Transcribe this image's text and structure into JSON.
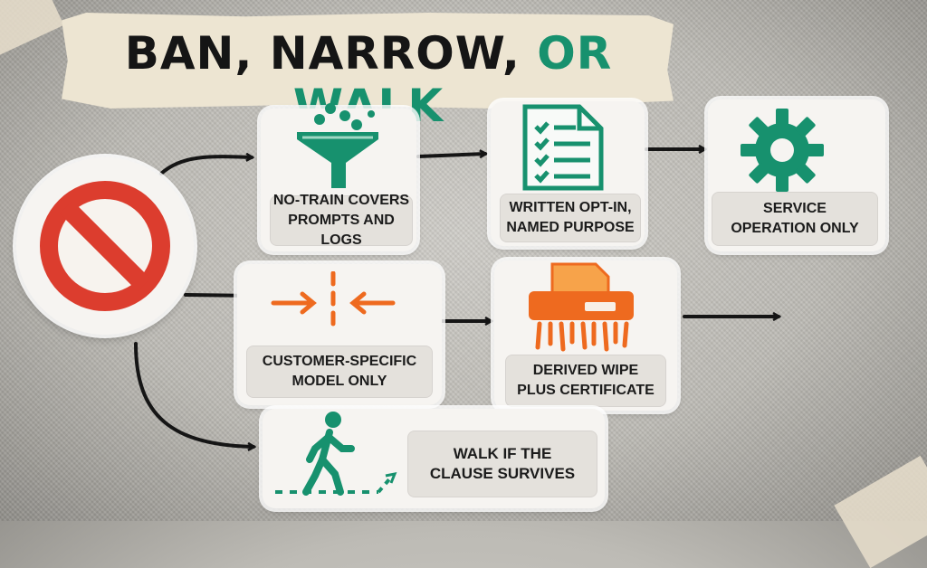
{
  "title": {
    "part1": "BAN, NARROW, ",
    "part2": "OR WALK"
  },
  "colors": {
    "accent_green": "#17916e",
    "accent_orange": "#ee6a1f",
    "ban_red": "#dc3d2e",
    "ink": "#151515"
  },
  "nodes": [
    {
      "id": "ban",
      "icon": "prohibited-icon"
    },
    {
      "id": "no-train",
      "icon": "funnel-icon",
      "label": "NO-TRAIN COVERS\nPROMPTS AND LOGS"
    },
    {
      "id": "opt-in",
      "icon": "checklist-document-icon",
      "label": "WRITTEN OPT-IN,\nNAMED PURPOSE"
    },
    {
      "id": "service",
      "icon": "gear-icon",
      "label": "SERVICE\nOPERATION ONLY"
    },
    {
      "id": "customer-model",
      "icon": "narrow-arrows-icon",
      "label": "CUSTOMER-SPECIFIC\nMODEL ONLY"
    },
    {
      "id": "derived-wipe",
      "icon": "shredder-icon",
      "label": "DERIVED WIPE\nPLUS CERTIFICATE"
    },
    {
      "id": "walk",
      "icon": "walking-person-icon",
      "label": "WALK IF THE\nCLAUSE SURVIVES"
    }
  ]
}
